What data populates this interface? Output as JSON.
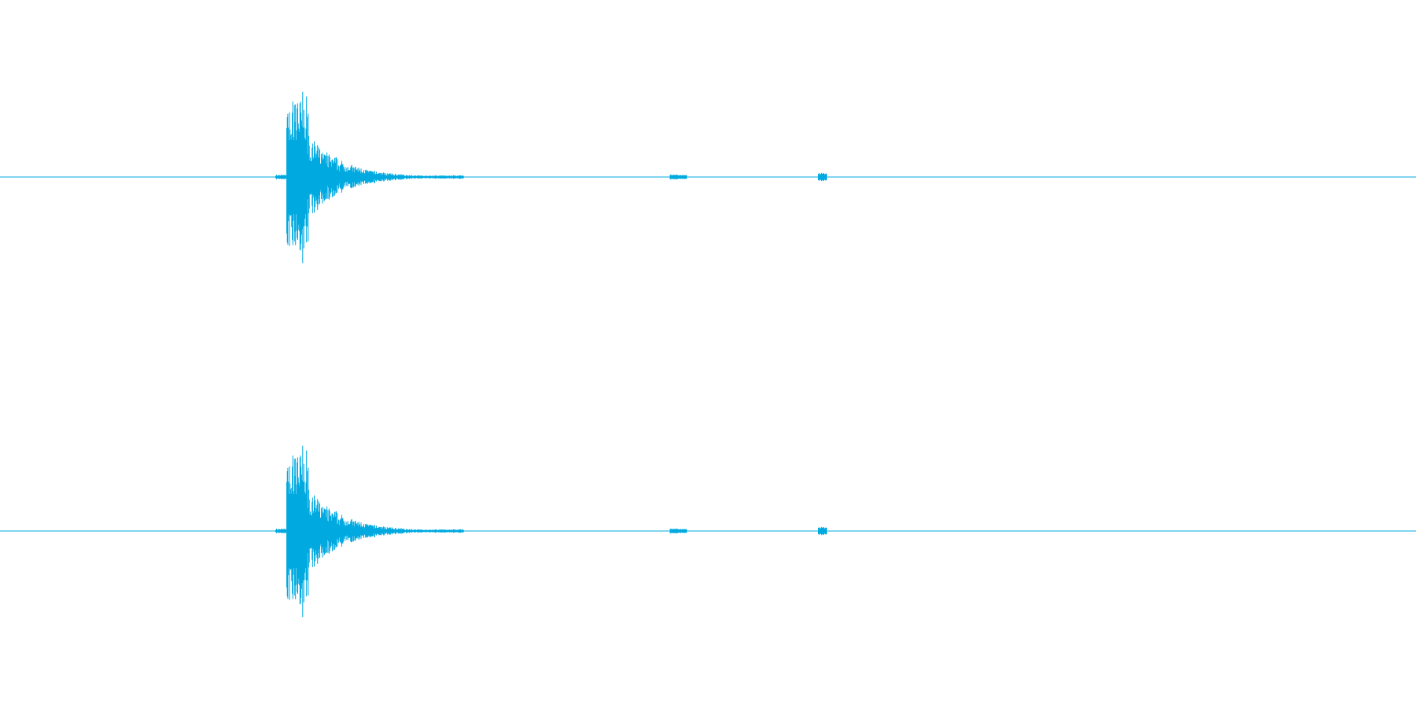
{
  "waveform": {
    "color": "#00a9e0",
    "background": "#ffffff",
    "channels": [
      {
        "name": "",
        "events": [
          {
            "kind": "transient",
            "position": 0.2025,
            "peak": 1.0,
            "decay_length": 0.125
          },
          {
            "kind": "blip",
            "position": 0.4755,
            "peak": 0.02
          },
          {
            "kind": "blip",
            "position": 0.4815,
            "peak": 0.015
          },
          {
            "kind": "blip",
            "position": 0.5803,
            "peak": 0.04
          }
        ]
      },
      {
        "name": "",
        "events": [
          {
            "kind": "transient",
            "position": 0.2025,
            "peak": 1.0,
            "decay_length": 0.125
          },
          {
            "kind": "blip",
            "position": 0.4755,
            "peak": 0.02
          },
          {
            "kind": "blip",
            "position": 0.4815,
            "peak": 0.015
          },
          {
            "kind": "blip",
            "position": 0.5803,
            "peak": 0.04
          }
        ]
      }
    ]
  }
}
